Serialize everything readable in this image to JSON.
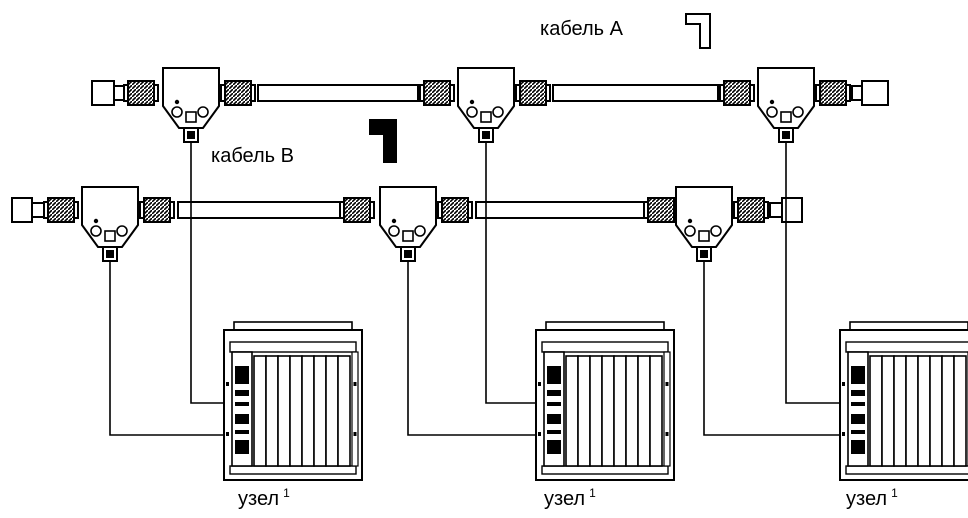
{
  "labels": {
    "cable_a": "кабель A",
    "cable_b": "кабель B"
  },
  "nodes": [
    {
      "name": "узел",
      "sup": "1"
    },
    {
      "name": "узел",
      "sup": "1"
    },
    {
      "name": "узел",
      "sup": "1"
    }
  ],
  "colors": {
    "line": "#000000",
    "background": "#ffffff",
    "cable_a_marker": "outline",
    "cable_b_marker": "filled"
  }
}
